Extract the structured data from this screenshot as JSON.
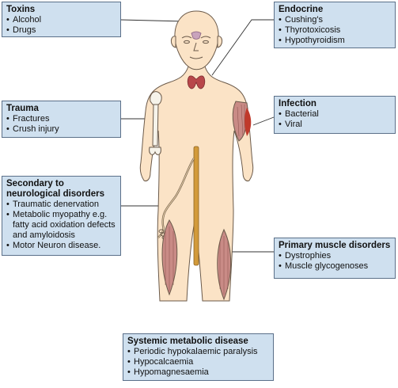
{
  "boxes": {
    "toxins": {
      "title": "Toxins",
      "items": [
        "Alcohol",
        "Drugs"
      ]
    },
    "endocrine": {
      "title": "Endocrine",
      "items": [
        "Cushing's",
        "Thyrotoxicosis",
        "Hypothyroidism"
      ]
    },
    "trauma": {
      "title": "Trauma",
      "items": [
        "Fractures",
        "Crush injury"
      ]
    },
    "infection": {
      "title": "Infection",
      "items": [
        "Bacterial",
        "Viral"
      ]
    },
    "neuro": {
      "title": "Secondary to neurological disorders",
      "items": [
        "Traumatic denervation",
        "Metabolic myopathy e.g. fatty acid oxidation defects and amyloidosis",
        "Motor Neuron disease."
      ]
    },
    "primary": {
      "title": "Primary muscle disorders",
      "items": [
        "Dystrophies",
        "Muscle glycogenoses"
      ]
    },
    "systemic": {
      "title": "Systemic metabolic disease",
      "items": [
        "Periodic hypokalaemic paralysis",
        "Hypocalcaemia",
        "Hypomagnesaemia"
      ]
    }
  },
  "colors": {
    "box_fill": "#cfe0ef",
    "box_border": "#5b7089",
    "skin": "#fbe3c6",
    "outline": "#6b5a4a",
    "muscle": "#c98b86",
    "thyroid": "#b8474a",
    "pituitary": "#c9a3bc",
    "bone": "#f6f3ea",
    "spinal_cord": "#d29a3a",
    "infection": "#c0392b",
    "leader": "#333333"
  }
}
